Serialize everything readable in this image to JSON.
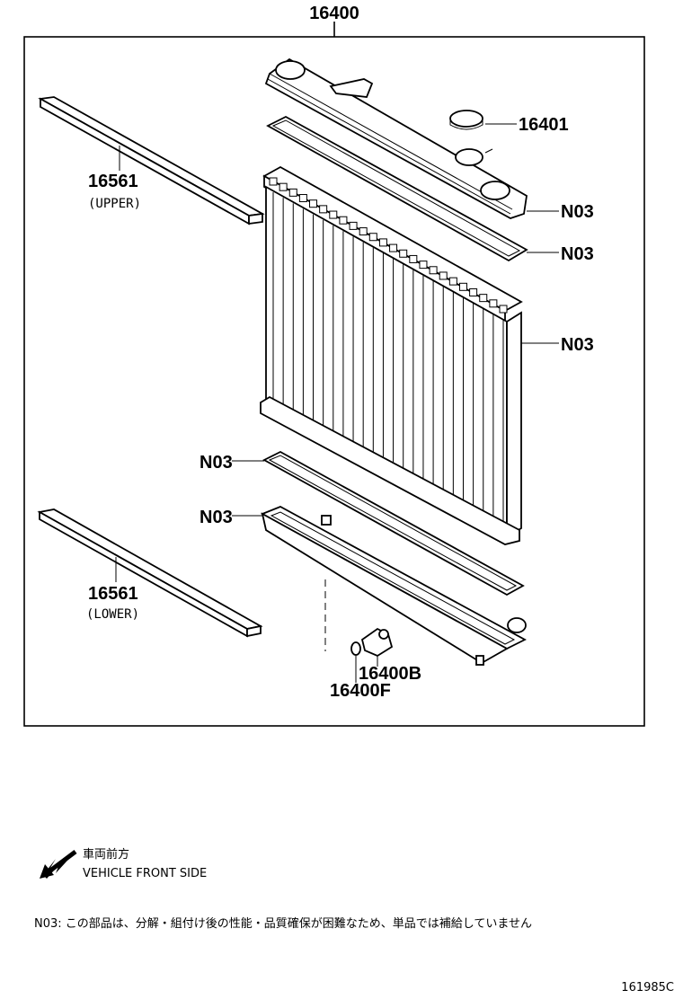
{
  "main_part": "16400",
  "parts": {
    "cap": "16401",
    "upper_seal_number": "16561",
    "upper_seal_note": "(UPPER)",
    "lower_seal_number": "16561",
    "lower_seal_note": "(LOWER)",
    "drain_cock": "16400B",
    "drain_gasket": "16400F",
    "n03_upper_tank": "N03",
    "n03_upper_gasket": "N03",
    "n03_core": "N03",
    "n03_lower_gasket": "N03",
    "n03_lower_tank": "N03"
  },
  "legend": {
    "jp": "車両前方",
    "en": "VEHICLE FRONT SIDE"
  },
  "footnote": "N03: この部品は、分解・組付け後の性能・品質確保が困難なため、単品では補給していません",
  "figure_id": "161985C"
}
